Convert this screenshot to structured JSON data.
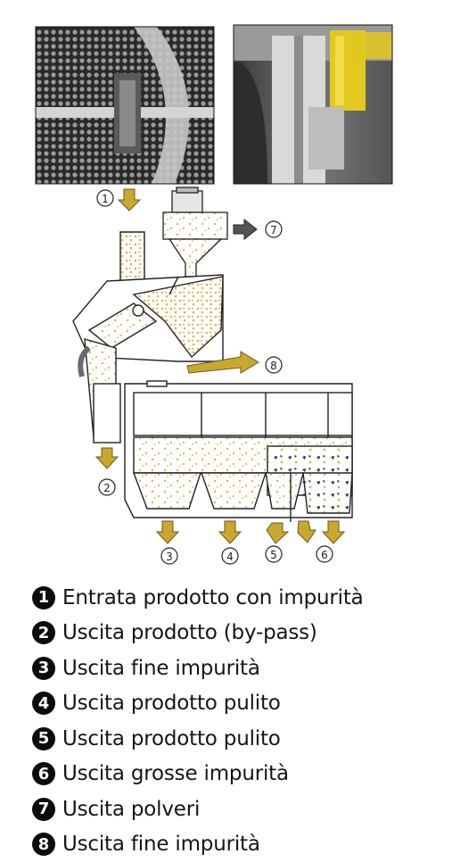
{
  "callouts": [
    "1",
    "2",
    "3",
    "4",
    "5",
    "6",
    "7",
    "8"
  ],
  "legend": [
    {
      "num": "1",
      "text": "Entrata prodotto con impurità"
    },
    {
      "num": "2",
      "text": "Uscita prodotto (by-pass)"
    },
    {
      "num": "3",
      "text": "Uscita fine impurità"
    },
    {
      "num": "4",
      "text": "Uscita prodotto pulito"
    },
    {
      "num": "5",
      "text": "Uscita prodotto pulito"
    },
    {
      "num": "6",
      "text": "Uscita grosse impurità"
    },
    {
      "num": "7",
      "text": "Uscita polveri"
    },
    {
      "num": "8",
      "text": "Uscita fine impurità"
    }
  ],
  "colors": {
    "arrow": "#c9a830",
    "arrow_dark": "#555555",
    "product": "#d8b84a",
    "photo_yellow": "#e2c81f",
    "outline": "#222222",
    "legend_badge": "#0c0c0c"
  }
}
